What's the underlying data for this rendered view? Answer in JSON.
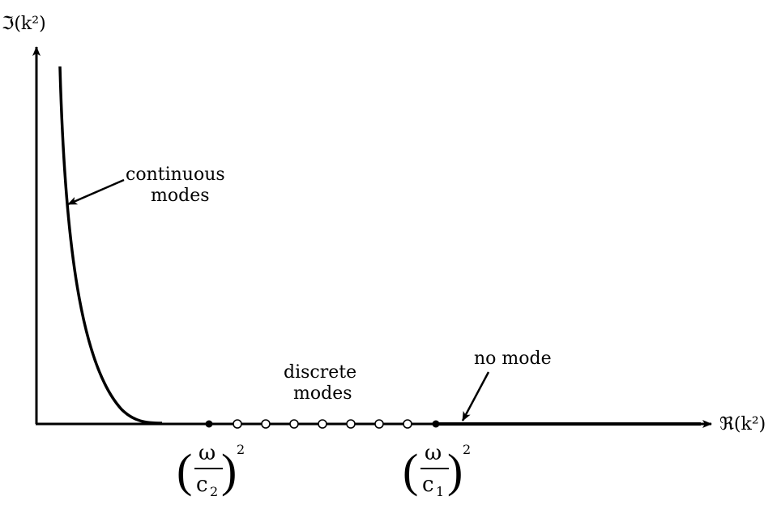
{
  "axes": {
    "y_label": "ℑ(k²)",
    "x_label": "ℜ(k²)"
  },
  "annotations": {
    "continuous_line1": "continuous",
    "continuous_line2": "modes",
    "discrete_line1": "discrete",
    "discrete_line2": "modes",
    "no_mode": "no mode"
  },
  "points": {
    "left": {
      "numerator": "ω",
      "denominator": "c",
      "subscript": "2",
      "exponent": "2"
    },
    "right": {
      "numerator": "ω",
      "denominator": "c",
      "subscript": "1",
      "exponent": "2"
    }
  },
  "discrete_mode_count": 7
}
